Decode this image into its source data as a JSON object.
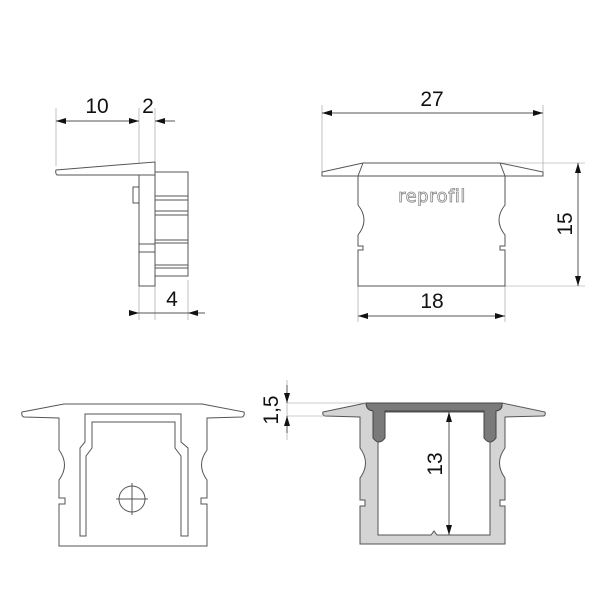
{
  "dimensions": {
    "side_flange": "10",
    "side_plate": "2",
    "side_block": "4",
    "front_width": "27",
    "front_height": "15",
    "front_body_width": "18",
    "cover_thickness": "1,5",
    "inner_height": "13"
  },
  "logo_text": "reprofil",
  "colors": {
    "line": "#555555",
    "profile_fill": "#d4d4d4",
    "cover_fill": "#7a7a7a"
  }
}
